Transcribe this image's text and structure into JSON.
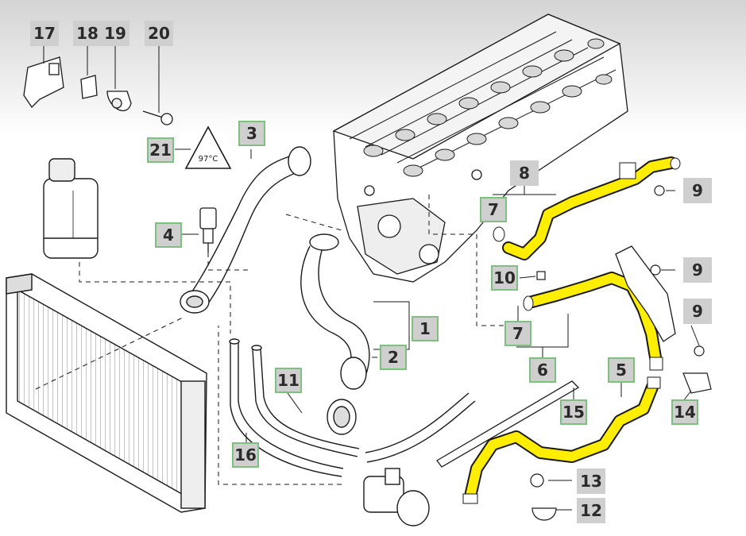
{
  "callouts": {
    "c1": "1",
    "c2": "2",
    "c3": "3",
    "c4": "4",
    "c5": "5",
    "c6": "6",
    "c7a": "7",
    "c7b": "7",
    "c8": "8",
    "c9a": "9",
    "c9b": "9",
    "c9c": "9",
    "c10": "10",
    "c11": "11",
    "c12": "12",
    "c13": "13",
    "c14": "14",
    "c15": "15",
    "c16": "16",
    "c17": "17",
    "c18": "18",
    "c19": "19",
    "c20": "20",
    "c21": "21"
  },
  "colors": {
    "highlight": "#ffee00",
    "line": "#1a1a1a",
    "callout_bg": "#cfcfcf",
    "callout_border": "#7fbf7f"
  },
  "warning_sign_text": "97°C"
}
